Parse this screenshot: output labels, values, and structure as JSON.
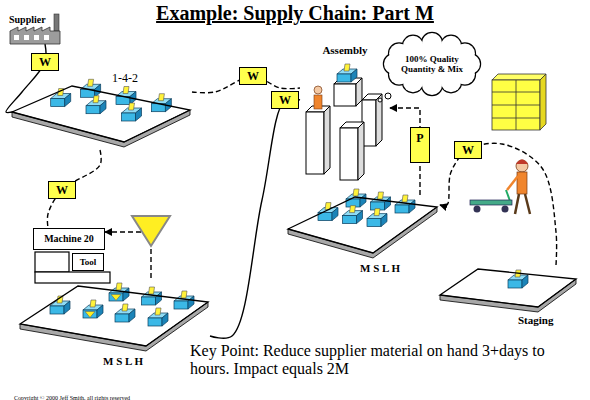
{
  "diagram": {
    "title": "Example: Supply Chain: Part M",
    "caption": "Key Point: Reduce supplier material on hand 3+days to hours. Impact equals 2M",
    "nodes": [
      {
        "text": [
          "Supplier"
        ]
      },
      {
        "text": [
          "1-4-2"
        ]
      },
      {
        "text": [
          "Assembly"
        ]
      },
      {
        "text": [
          "100% Quality Quantity & Mix"
        ]
      },
      {
        "text": [
          "Machine 20"
        ]
      },
      {
        "text": [
          "Tool"
        ]
      },
      {
        "text": [
          "M S L H"
        ]
      },
      {
        "text": [
          "Staging"
        ]
      },
      {
        "text": [
          "M S L H"
        ]
      }
    ],
    "edges": [
      {
        "from": 0,
        "to": 1,
        "label": "W",
        "arrow": "none"
      },
      {
        "from": 1,
        "to": 4,
        "label": "W",
        "arrow": "none"
      },
      {
        "from": 1,
        "to": 2,
        "label": "W",
        "arrow": "none"
      },
      {
        "from": 8,
        "to": 2,
        "label": "W",
        "arrow": "none"
      },
      {
        "from": 8,
        "to": 4,
        "arrow": "to"
      },
      {
        "from": 6,
        "to": 2,
        "label": "P",
        "arrow": "to"
      },
      {
        "from": 7,
        "to": 6,
        "label": "W",
        "arrow": "to"
      }
    ],
    "labels": [
      "Copyright © 2000 Jeff Smith, all rights reserved"
    ]
  }
}
